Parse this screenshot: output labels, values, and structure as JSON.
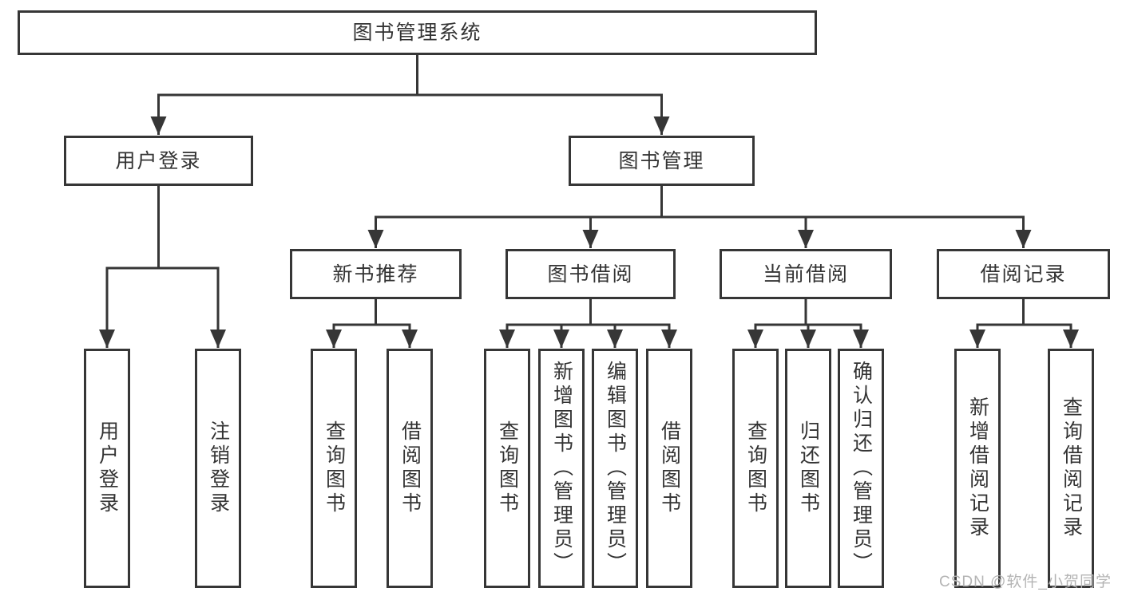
{
  "diagram_title": "图书管理系统",
  "tree": {
    "root": {
      "label": "图书管理系统"
    },
    "branches": {
      "user_login": {
        "label": "用户登录",
        "children": {
          "login": {
            "label": "用户登录"
          },
          "logout": {
            "label": "注销登录"
          }
        }
      },
      "book_mgmt": {
        "label": "图书管理",
        "children": {
          "new_books": {
            "label": "新书推荐",
            "children": {
              "query": {
                "label": "查询图书"
              },
              "borrow": {
                "label": "借阅图书"
              }
            }
          },
          "book_borrow": {
            "label": "图书借阅",
            "children": {
              "query": {
                "label": "查询图书"
              },
              "add": {
                "label": "新增图书（管理员）"
              },
              "edit": {
                "label": "编辑图书（管理员）"
              },
              "borrow": {
                "label": "借阅图书"
              }
            }
          },
          "current_borrow": {
            "label": "当前借阅",
            "children": {
              "query": {
                "label": "查询图书"
              },
              "return": {
                "label": "归还图书"
              },
              "confirm_return": {
                "label": "确认归还（管理员）"
              }
            }
          },
          "borrow_records": {
            "label": "借阅记录",
            "children": {
              "add_record": {
                "label": "新增借阅记录"
              },
              "query_record": {
                "label": "查询借阅记录"
              }
            }
          }
        }
      }
    }
  },
  "watermark": {
    "text": "CSDN @软件_小贺同学"
  },
  "colors": {
    "line": "#363636",
    "box_border": "#363636",
    "text": "#333333",
    "watermark_text": "#b4b4b4",
    "background": "#ffffff"
  }
}
